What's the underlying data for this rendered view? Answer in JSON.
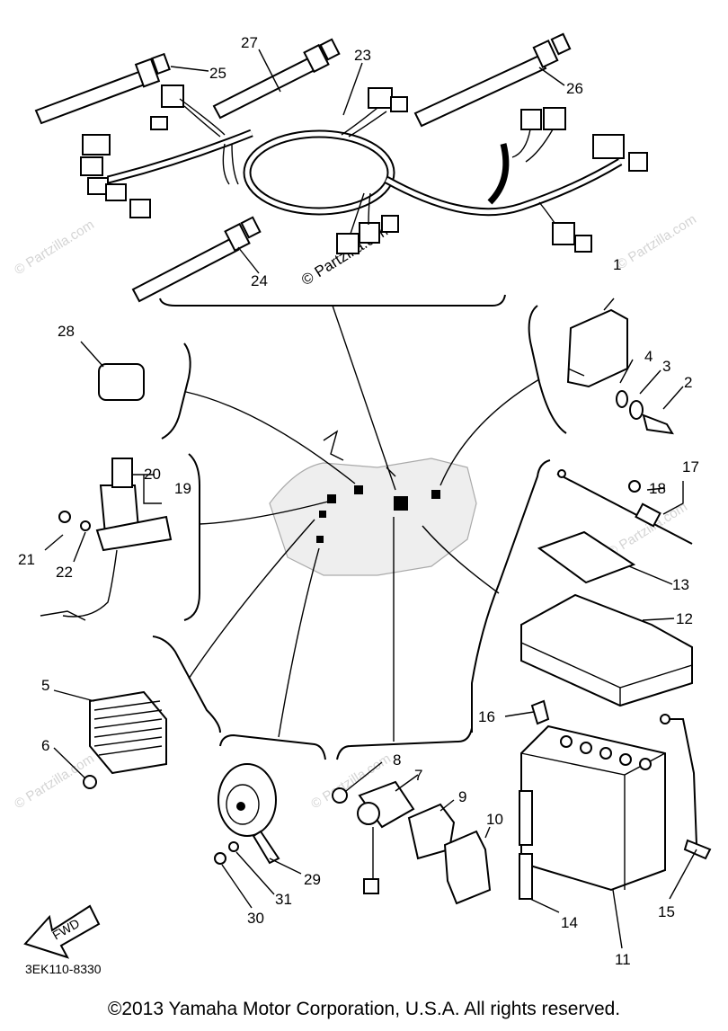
{
  "diagram": {
    "part_labels": [
      {
        "id": "1",
        "text": "1"
      },
      {
        "id": "2",
        "text": "2"
      },
      {
        "id": "3",
        "text": "3"
      },
      {
        "id": "4",
        "text": "4"
      },
      {
        "id": "5",
        "text": "5"
      },
      {
        "id": "6",
        "text": "6"
      },
      {
        "id": "7",
        "text": "7"
      },
      {
        "id": "8",
        "text": "8"
      },
      {
        "id": "9",
        "text": "9"
      },
      {
        "id": "10",
        "text": "10"
      },
      {
        "id": "11",
        "text": "11"
      },
      {
        "id": "12",
        "text": "12"
      },
      {
        "id": "13",
        "text": "13"
      },
      {
        "id": "14",
        "text": "14"
      },
      {
        "id": "15",
        "text": "15"
      },
      {
        "id": "16",
        "text": "16"
      },
      {
        "id": "17",
        "text": "17"
      },
      {
        "id": "18",
        "text": "18"
      },
      {
        "id": "19",
        "text": "19"
      },
      {
        "id": "20",
        "text": "20"
      },
      {
        "id": "21",
        "text": "21"
      },
      {
        "id": "22",
        "text": "22"
      },
      {
        "id": "23",
        "text": "23"
      },
      {
        "id": "24",
        "text": "24"
      },
      {
        "id": "25",
        "text": "25"
      },
      {
        "id": "26",
        "text": "26"
      },
      {
        "id": "27",
        "text": "27"
      },
      {
        "id": "28",
        "text": "28"
      },
      {
        "id": "29",
        "text": "29"
      },
      {
        "id": "30",
        "text": "30"
      },
      {
        "id": "31",
        "text": "31"
      }
    ],
    "fwd_label": "FWD",
    "diagram_code": "3EK110-8330",
    "watermark": "© Partzilla.com",
    "watermark_small": "© Partzilla.com"
  },
  "footer": {
    "copyright": "©2013 Yamaha Motor Corporation, U.S.A. All rights reserved."
  }
}
